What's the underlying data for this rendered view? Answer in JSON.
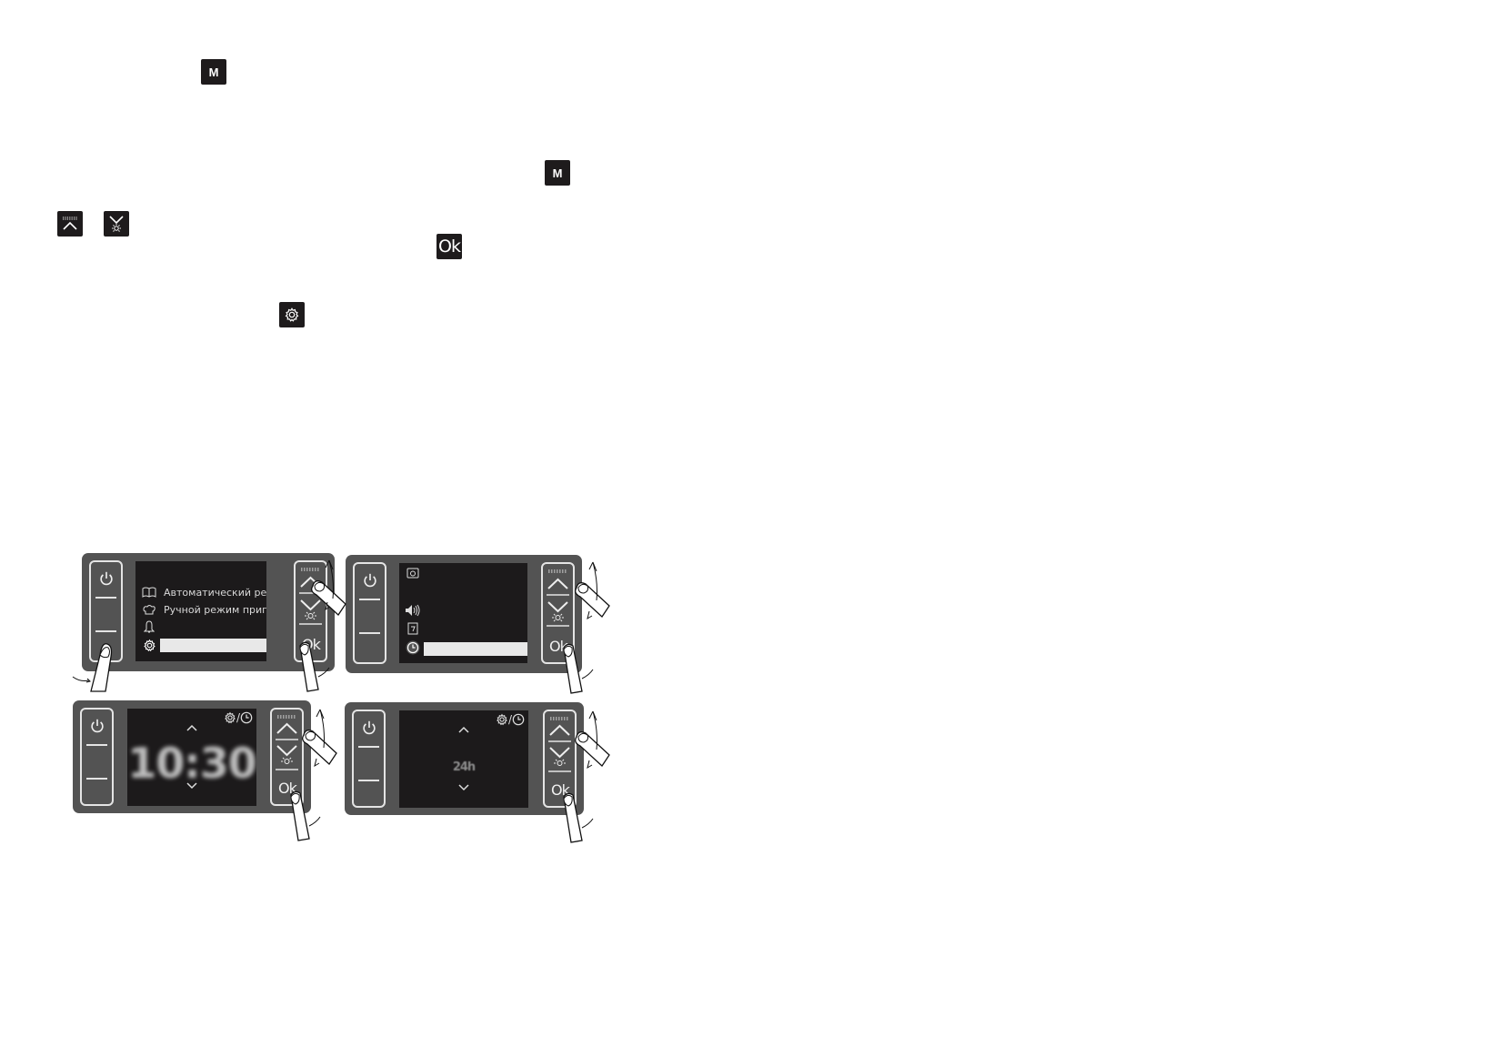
{
  "icons": {
    "menu_key": "M",
    "ok_key": "Ok",
    "up_key": "up-arrow-icon",
    "down_key": "down-arrow-light-icon",
    "settings_key": "gear-icon"
  },
  "panel1": {
    "menu_items": [
      {
        "icon": "book-icon",
        "label": "Автоматический режи"
      },
      {
        "icon": "chef-hat-icon",
        "label": "Ручной режим пригот"
      },
      {
        "icon": "bell-icon",
        "label": ""
      },
      {
        "icon": "gear-icon",
        "label": ""
      }
    ],
    "selected_index": 3,
    "ok_label": "Ok"
  },
  "panel2": {
    "menu_items": [
      {
        "icon": "oven-icon"
      },
      {
        "icon": "speaker-icon"
      },
      {
        "icon": "note-icon"
      },
      {
        "icon": "clock-icon"
      }
    ],
    "selected_index": 3,
    "ok_label": "Ok"
  },
  "panel3": {
    "time": "10:30",
    "header_separator": "/",
    "ok_label": "Ok"
  },
  "panel4": {
    "format": "24h",
    "header_separator": "/",
    "ok_label": "Ok"
  },
  "colors": {
    "panel": "#535353",
    "screen": "#1c1a1b",
    "outline": "#e4e4e4",
    "key": "#1e1b1c"
  }
}
